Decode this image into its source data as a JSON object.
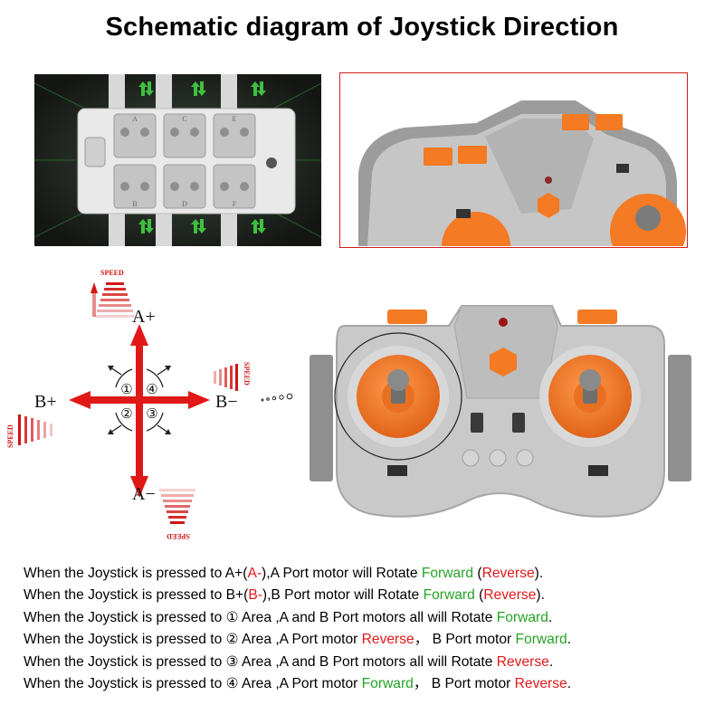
{
  "title": "Schematic diagram of Joystick Direction",
  "hub": {
    "port_labels_top": [
      "A",
      "C",
      "E"
    ],
    "port_labels_bottom": [
      "B",
      "D",
      "F"
    ]
  },
  "diagram": {
    "a_plus": "A+",
    "a_minus": "A−",
    "b_plus": "B+",
    "b_minus": "B−",
    "areas": [
      "①",
      "④",
      "②",
      "③"
    ],
    "speed": "SPEED"
  },
  "captions": [
    {
      "p1": "When the Joystick is pressed to A+(",
      "p2": "A-",
      "p3": "),A Port motor will Rotate ",
      "p4": "Forward",
      "p5": " (",
      "p6": "Reverse",
      "p7": ")."
    },
    {
      "p1": "When the Joystick is pressed to B+(",
      "p2": "B-",
      "p3": "),B Port motor will Rotate ",
      "p4": "Forward",
      "p5": " (",
      "p6": "Reverse",
      "p7": ")."
    },
    {
      "p1": "When the Joystick is pressed to ①  Area  ,A and B Port motors all will Rotate ",
      "p2": "Forward",
      "p3": "."
    },
    {
      "p1": "When the Joystick is pressed to ②  Area  ,A Port motor ",
      "p2": "Reverse",
      "p3": "， B Port motor ",
      "p4": "Forward",
      "p5": "."
    },
    {
      "p1": "When the Joystick is pressed to ③  Area  ,A and B Port motors all will Rotate ",
      "p2": "Reverse",
      "p3": "."
    },
    {
      "p1": "When the Joystick is pressed to ④  Area  ,A Port motor ",
      "p2": "Forward",
      "p3": "， B Port motor ",
      "p4": "Reverse",
      "p5": "."
    }
  ],
  "colors": {
    "red": "#e01818",
    "green": "#25a325",
    "orange": "#f47a23",
    "grey": "#b9b9b9"
  }
}
